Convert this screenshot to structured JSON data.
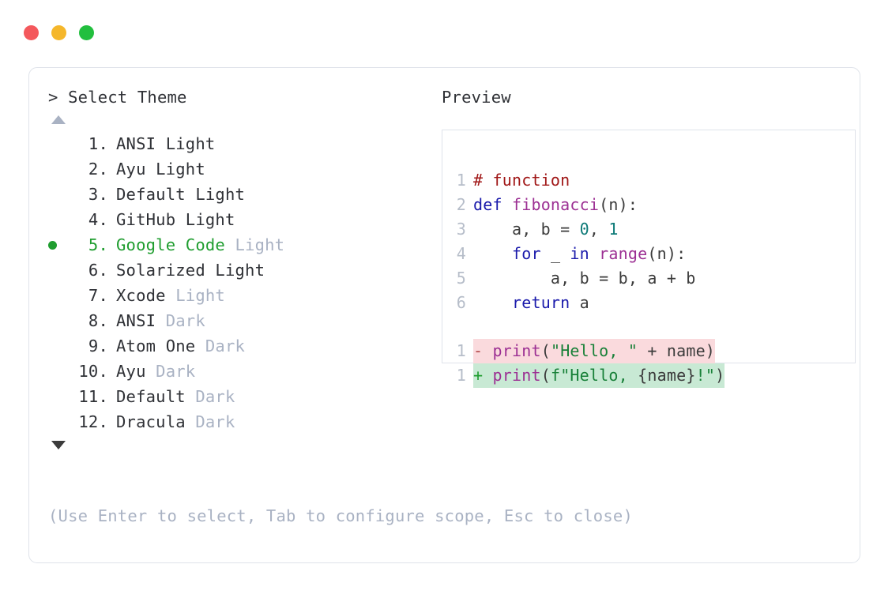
{
  "window": {
    "dots": [
      {
        "name": "close-dot",
        "color": "#f4585c"
      },
      {
        "name": "minimize-dot",
        "color": "#f5b72b"
      },
      {
        "name": "maximize-dot",
        "color": "#22bf3e"
      }
    ]
  },
  "left": {
    "heading": "> Select Theme",
    "scroll_up_icon": "triangle-up",
    "scroll_down_icon": "triangle-down",
    "selected_index": 5,
    "items": [
      {
        "num": "1.",
        "name": "ANSI",
        "suffix": "Light",
        "suffix_muted": false,
        "selected": false
      },
      {
        "num": "2.",
        "name": "Ayu",
        "suffix": "Light",
        "suffix_muted": false,
        "selected": false
      },
      {
        "num": "3.",
        "name": "Default",
        "suffix": "Light",
        "suffix_muted": false,
        "selected": false
      },
      {
        "num": "4.",
        "name": "GitHub",
        "suffix": "Light",
        "suffix_muted": false,
        "selected": false
      },
      {
        "num": "5.",
        "name": "Google Code",
        "suffix": "Light",
        "suffix_muted": true,
        "selected": true
      },
      {
        "num": "6.",
        "name": "Solarized",
        "suffix": "Light",
        "suffix_muted": false,
        "selected": false
      },
      {
        "num": "7.",
        "name": "Xcode",
        "suffix": "Light",
        "suffix_muted": true,
        "selected": false
      },
      {
        "num": "8.",
        "name": "ANSI",
        "suffix": "Dark",
        "suffix_muted": true,
        "selected": false
      },
      {
        "num": "9.",
        "name": "Atom One",
        "suffix": "Dark",
        "suffix_muted": true,
        "selected": false
      },
      {
        "num": "10.",
        "name": "Ayu",
        "suffix": "Dark",
        "suffix_muted": true,
        "selected": false
      },
      {
        "num": "11.",
        "name": "Default",
        "suffix": "Dark",
        "suffix_muted": true,
        "selected": false
      },
      {
        "num": "12.",
        "name": "Dracula",
        "suffix": "Dark",
        "suffix_muted": true,
        "selected": false
      }
    ],
    "footer_hint": "(Use Enter to select, Tab to configure scope, Esc to close)"
  },
  "right": {
    "heading": "Preview",
    "code_lines": [
      {
        "ln": "1",
        "kind": "code",
        "tokens": [
          {
            "text": "# function",
            "cls": "t-comment"
          }
        ]
      },
      {
        "ln": "2",
        "kind": "code",
        "tokens": [
          {
            "text": "def ",
            "cls": "t-kw"
          },
          {
            "text": "fibonacci",
            "cls": "t-fn"
          },
          {
            "text": "(n):",
            "cls": "t-plain"
          }
        ]
      },
      {
        "ln": "3",
        "kind": "code",
        "tokens": [
          {
            "text": "    a, b = ",
            "cls": "t-plain"
          },
          {
            "text": "0",
            "cls": "t-num"
          },
          {
            "text": ", ",
            "cls": "t-plain"
          },
          {
            "text": "1",
            "cls": "t-num"
          }
        ]
      },
      {
        "ln": "4",
        "kind": "code",
        "tokens": [
          {
            "text": "    ",
            "cls": "t-plain"
          },
          {
            "text": "for ",
            "cls": "t-kw"
          },
          {
            "text": "_ ",
            "cls": "t-plain"
          },
          {
            "text": "in ",
            "cls": "t-kw"
          },
          {
            "text": "range",
            "cls": "t-fn"
          },
          {
            "text": "(n):",
            "cls": "t-plain"
          }
        ]
      },
      {
        "ln": "5",
        "kind": "code",
        "tokens": [
          {
            "text": "        a, b = b, a + b",
            "cls": "t-plain"
          }
        ]
      },
      {
        "ln": "6",
        "kind": "code",
        "tokens": [
          {
            "text": "    ",
            "cls": "t-plain"
          },
          {
            "text": "return ",
            "cls": "t-kw"
          },
          {
            "text": "a",
            "cls": "t-plain"
          }
        ]
      },
      {
        "ln": "",
        "kind": "spacer",
        "tokens": []
      },
      {
        "ln": "1",
        "kind": "diff-del",
        "tokens": [
          {
            "text": "- ",
            "cls": "t-del-mark"
          },
          {
            "text": "print",
            "cls": "t-fn"
          },
          {
            "text": "(",
            "cls": "t-plain"
          },
          {
            "text": "\"Hello, \"",
            "cls": "t-str"
          },
          {
            "text": " + name)",
            "cls": "t-plain"
          }
        ]
      },
      {
        "ln": "1",
        "kind": "diff-add",
        "tokens": [
          {
            "text": "+ ",
            "cls": "t-add-mark"
          },
          {
            "text": "print",
            "cls": "t-fn"
          },
          {
            "text": "(",
            "cls": "t-plain"
          },
          {
            "text": "f\"Hello, ",
            "cls": "t-str"
          },
          {
            "text": "{name}",
            "cls": "t-plain"
          },
          {
            "text": "!\"",
            "cls": "t-str"
          },
          {
            "text": ")",
            "cls": "t-plain"
          }
        ]
      }
    ]
  }
}
